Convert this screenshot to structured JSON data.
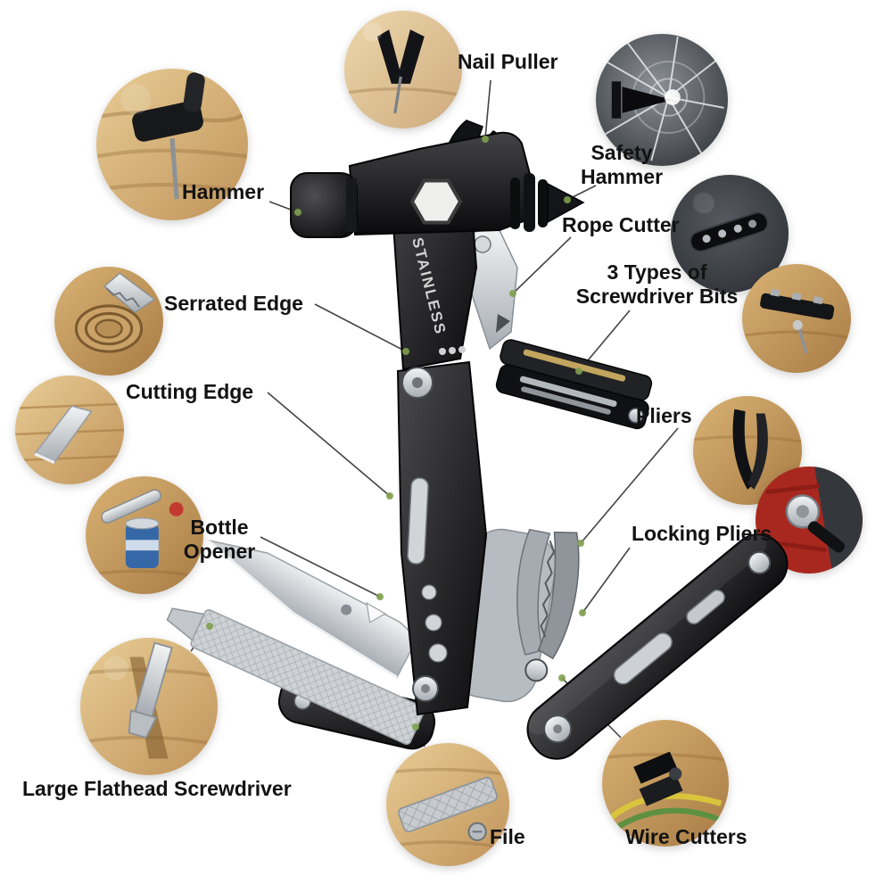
{
  "product_diagram": {
    "engraving": "STAINLESS",
    "labels": {
      "nail_puller": "Nail Puller",
      "hammer": "Hammer",
      "safety_hammer": "Safety Hammer",
      "rope_cutter": "Rope Cutter",
      "screwdriver_bits": "3 Types of Screwdriver Bits",
      "serrated_edge": "Serrated Edge",
      "cutting_edge": "Cutting Edge",
      "pliers": "Pliers",
      "bottle_opener": "Bottle Opener",
      "locking_pliers": "Locking Pliers",
      "large_flathead_screwdriver": "Large Flathead Screwdriver",
      "file": "File",
      "wire_cutters": "Wire Cutters"
    },
    "colors": {
      "label_text": "#121212",
      "leader_line": "#444444",
      "marker_dot": "#7fa04e",
      "tool_black": "#1a1a1a",
      "steel": "#c6cacd"
    }
  }
}
